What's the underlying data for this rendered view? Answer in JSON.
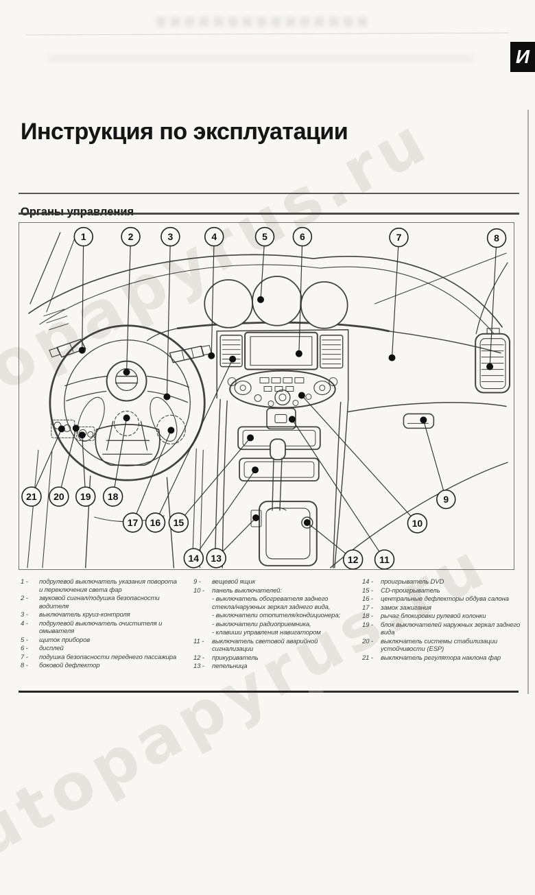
{
  "page": {
    "tab_letter": "И",
    "title": "Инструкция по эксплуатации",
    "section_title": "Органы управления",
    "watermark": "autopapyrus.ru"
  },
  "diagram": {
    "callout_numbers": [
      "1",
      "2",
      "3",
      "4",
      "5",
      "6",
      "7",
      "8",
      "9",
      "10",
      "11",
      "12",
      "13",
      "14",
      "15",
      "16",
      "17",
      "18",
      "19",
      "20",
      "21"
    ]
  },
  "legend": {
    "col1": [
      {
        "num": "1 -",
        "text": "подрулевой выключатель указания поворота и переключения света фар"
      },
      {
        "num": "2 -",
        "text": "звуковой сигнал/подушка безопасности водителя"
      },
      {
        "num": "3 -",
        "text": "выключатель круиз-контроля"
      },
      {
        "num": "4 -",
        "text": "подрулевой выключатель очистителя и омывателя"
      },
      {
        "num": "5 -",
        "text": "щиток приборов"
      },
      {
        "num": "6 -",
        "text": "дисплей"
      },
      {
        "num": "7 -",
        "text": "подушка безопасности переднего пассажира"
      },
      {
        "num": "8 -",
        "text": "боковой дефлектор"
      }
    ],
    "col2": [
      {
        "num": "9 -",
        "text": "вещевой ящик"
      },
      {
        "num": "10 -",
        "text": "панель выключателей:",
        "subs": [
          "- выключатель обогревателя заднего стекла/наружных зеркал заднего вида,",
          "- выключатели отопителя/кондиционера;",
          "- выключатели радиоприемника,",
          "- клавиши управления навигатором"
        ]
      },
      {
        "num": "11 -",
        "text": "выключатель световой аварийной сигнализации"
      },
      {
        "num": "12 -",
        "text": "прикуриватель"
      },
      {
        "num": "13 -",
        "text": "пепельница"
      }
    ],
    "col3": [
      {
        "num": "14 -",
        "text": "проигрыватель DVD"
      },
      {
        "num": "15 -",
        "text": "CD-проигрыватель"
      },
      {
        "num": "16 -",
        "text": "центральные дефлекторы обдува салона"
      },
      {
        "num": "17 -",
        "text": "замок зажигания"
      },
      {
        "num": "18 -",
        "text": "рычаг блокировки рулевой колонки"
      },
      {
        "num": "19 -",
        "text": "блок выключателей наружных зеркал заднего вида"
      },
      {
        "num": "20 -",
        "text": "выключатель системы стабилизации устойчивости (ESP)"
      },
      {
        "num": "21 -",
        "text": "выключатель регулятора наклона фар"
      }
    ]
  }
}
